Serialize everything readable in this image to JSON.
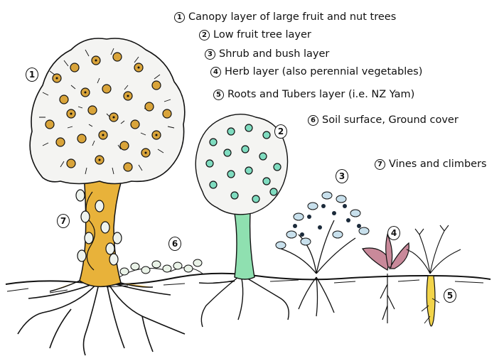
{
  "legend": [
    {
      "num": "1",
      "label": "Canopy layer of large fruit and nut trees"
    },
    {
      "num": "2",
      "label": "Low fruit tree layer"
    },
    {
      "num": "3",
      "label": "Shrub and bush layer"
    },
    {
      "num": "4",
      "label": "Herb layer (also perennial vegetables)"
    },
    {
      "num": "5",
      "label": "Roots and Tubers layer (i.e. NZ Yam)"
    },
    {
      "num": "6",
      "label": "Soil surface, Ground cover"
    },
    {
      "num": "7",
      "label": "Vines and climbers"
    }
  ],
  "markers": [
    "1",
    "2",
    "3",
    "4",
    "5",
    "6",
    "7"
  ],
  "colors": {
    "canopy_trunk": "#e8b23a",
    "canopy_fruit": "#d9a43a",
    "low_tree_trunk": "#8fe0b0",
    "low_tree_fruit": "#7fdcc0",
    "shrub_berries": "#1b2a3a",
    "shrub_leaves": "#c8e0ec",
    "herb_leaves": "#c9899a",
    "tuber": "#f2d44a",
    "ink": "#111111"
  }
}
